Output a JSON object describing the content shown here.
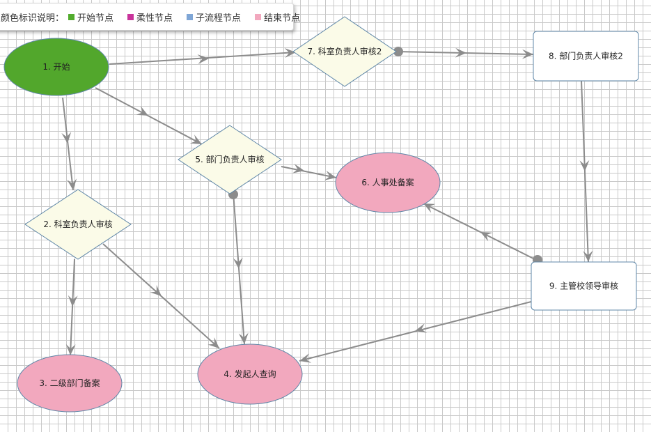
{
  "legend": {
    "title": "颜色标识说明：",
    "items": [
      {
        "label": "开始节点",
        "color": "#52ac2d"
      },
      {
        "label": "柔性节点",
        "color": "#c9349b"
      },
      {
        "label": "子流程节点",
        "color": "#7fa6d6"
      },
      {
        "label": "结束节点",
        "color": "#f2a8be"
      }
    ]
  },
  "colors": {
    "start_fill": "#52a72c",
    "end_fill": "#f2a8be",
    "decision_fill": "#fbfbe8",
    "task_fill": "#ffffff",
    "outline": "#5f87a8",
    "edge": "#8c8c8c"
  },
  "nodes": [
    {
      "id": "n1",
      "label": "1. 开始",
      "kind": "start"
    },
    {
      "id": "n2",
      "label": "2. 科室负责人审核",
      "kind": "decision"
    },
    {
      "id": "n3",
      "label": "3. 二级部门备案",
      "kind": "end"
    },
    {
      "id": "n4",
      "label": "4. 发起人查询",
      "kind": "end"
    },
    {
      "id": "n5",
      "label": "5. 部门负责人审核",
      "kind": "decision"
    },
    {
      "id": "n6",
      "label": "6. 人事处备案",
      "kind": "end"
    },
    {
      "id": "n7",
      "label": "7. 科室负责人审核2",
      "kind": "decision"
    },
    {
      "id": "n8",
      "label": "8. 部门负责人审核2",
      "kind": "task"
    },
    {
      "id": "n9",
      "label": "9. 主管校领导审核",
      "kind": "task"
    }
  ],
  "edges": [
    {
      "from": "n1",
      "to": "n7"
    },
    {
      "from": "n1",
      "to": "n5"
    },
    {
      "from": "n1",
      "to": "n2"
    },
    {
      "from": "n2",
      "to": "n3"
    },
    {
      "from": "n2",
      "to": "n4"
    },
    {
      "from": "n5",
      "to": "n6"
    },
    {
      "from": "n5",
      "to": "n4"
    },
    {
      "from": "n7",
      "to": "n8"
    },
    {
      "from": "n8",
      "to": "n9"
    },
    {
      "from": "n9",
      "to": "n6"
    },
    {
      "from": "n9",
      "to": "n4"
    }
  ]
}
